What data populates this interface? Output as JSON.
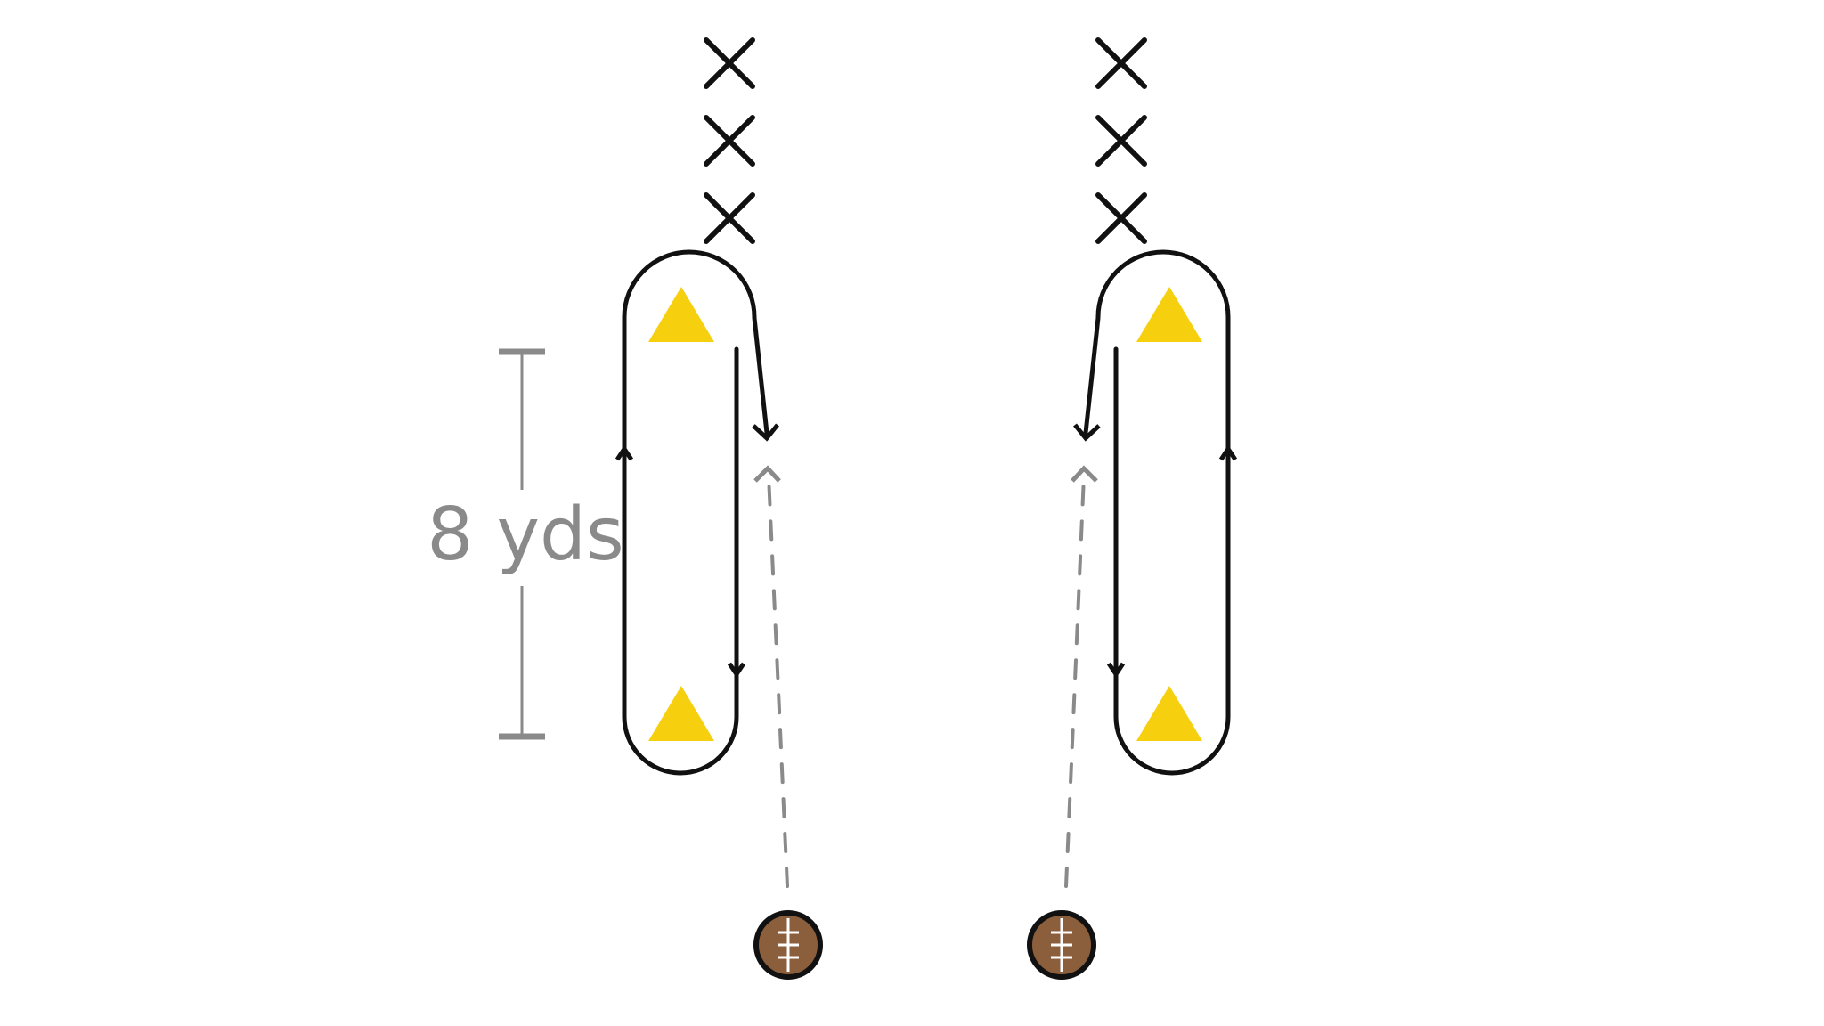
{
  "diagram": {
    "distance_label": "8 yds",
    "colors": {
      "background": "#ffffff",
      "route_line": "#111111",
      "ball_path": "#8a8a8a",
      "measure": "#8a8a8a",
      "cone": "#f6cf0f",
      "football_fill": "#8b5e3c",
      "football_outline": "#111111",
      "football_laces": "#ffffff"
    },
    "icons": {
      "player": "x-marker",
      "cone": "triangle-cone",
      "football": "football-icon"
    },
    "drills": [
      {
        "name": "left-drill",
        "players": 3,
        "cones": 2,
        "footballs": 1
      },
      {
        "name": "right-drill",
        "players": 3,
        "cones": 2,
        "footballs": 1
      }
    ]
  }
}
